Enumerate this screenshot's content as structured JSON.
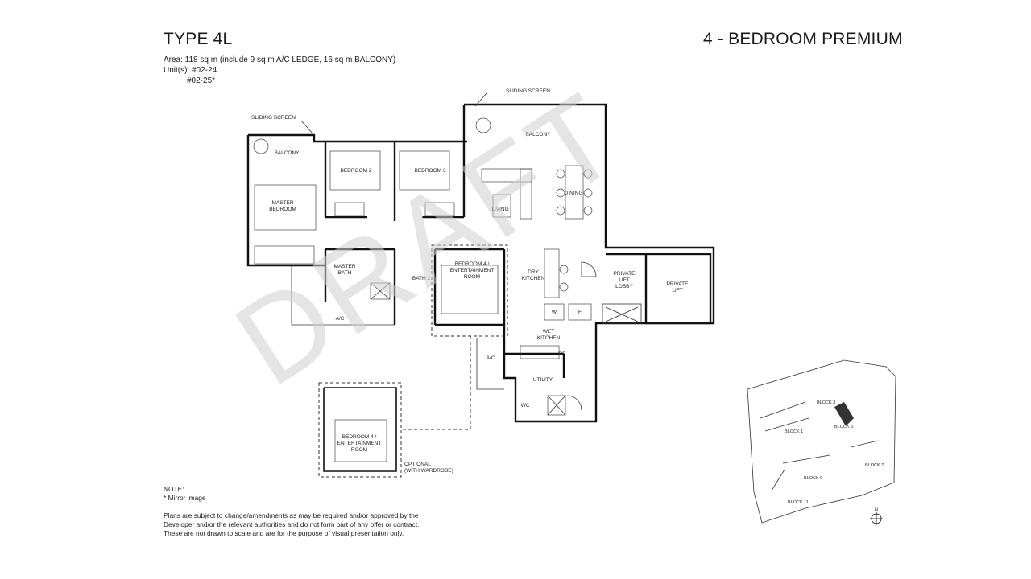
{
  "header": {
    "unit_type": "TYPE 4L",
    "category": "4 - BEDROOM PREMIUM",
    "area_line": "Area: 118 sq m (include 9 sq m A/C LEDGE, 16 sq m BALCONY)",
    "units_line": "Unit(s): #02-24",
    "units_line_2": "#02-25*"
  },
  "watermark": "DRAFT",
  "rooms": {
    "sliding_screen_left": "SLIDING SCREEN",
    "sliding_screen_right": "SLIDING SCREEN",
    "balcony_left": "BALCONY",
    "balcony_right": "BALCONY",
    "master_bedroom_1": "MASTER",
    "master_bedroom_2": "BEDROOM",
    "bedroom_2": "BEDROOM 2",
    "bedroom_3": "BEDROOM 3",
    "living": "LIVING",
    "dining": "DINING",
    "master_bath_1": "MASTER",
    "master_bath_2": "BATH",
    "bath_2": "BATH 2",
    "bedroom_4_1": "BEDROOM 4 /",
    "bedroom_4_2": "ENTERTAINMENT",
    "bedroom_4_3": "ROOM",
    "dry_kitchen_1": "DRY",
    "dry_kitchen_2": "KITCHEN",
    "private_lift_lobby_1": "PRIVATE",
    "private_lift_lobby_2": "LIFT",
    "private_lift_lobby_3": "LOBBY",
    "private_lift_1": "PRIVATE",
    "private_lift_2": "LIFT",
    "ac_left": "A/C",
    "ac_right": "A/C",
    "wet_kitchen_1": "WET",
    "wet_kitchen_2": "KITCHEN",
    "washer": "W",
    "fridge": "F",
    "db": "DB",
    "utility": "UTILITY",
    "wc": "WC",
    "optional_bedroom_1": "BEDROOM 4 /",
    "optional_bedroom_2": "ENTERTAINMENT",
    "optional_bedroom_3": "ROOM",
    "optional_note_1": "OPTIONAL",
    "optional_note_2": "(WITH WARDROBE)"
  },
  "key_plan": {
    "block_1": "BLOCK 1",
    "block_3": "BLOCK 3",
    "block_5": "BLOCK 5",
    "block_7": "BLOCK 7",
    "block_9": "BLOCK 9",
    "block_11": "BLOCK 11",
    "north": "N"
  },
  "notes": {
    "heading": "NOTE:",
    "mirror": "* Mirror image",
    "disclaimer_1": "Plans are subject to change/amendments as may be required and/or approved by the",
    "disclaimer_2": "Developer and/or the relevant authorities and do not form part of any offer or contract.",
    "disclaimer_3": "These are not drawn to scale and are for the purpose of visual presentation only."
  }
}
